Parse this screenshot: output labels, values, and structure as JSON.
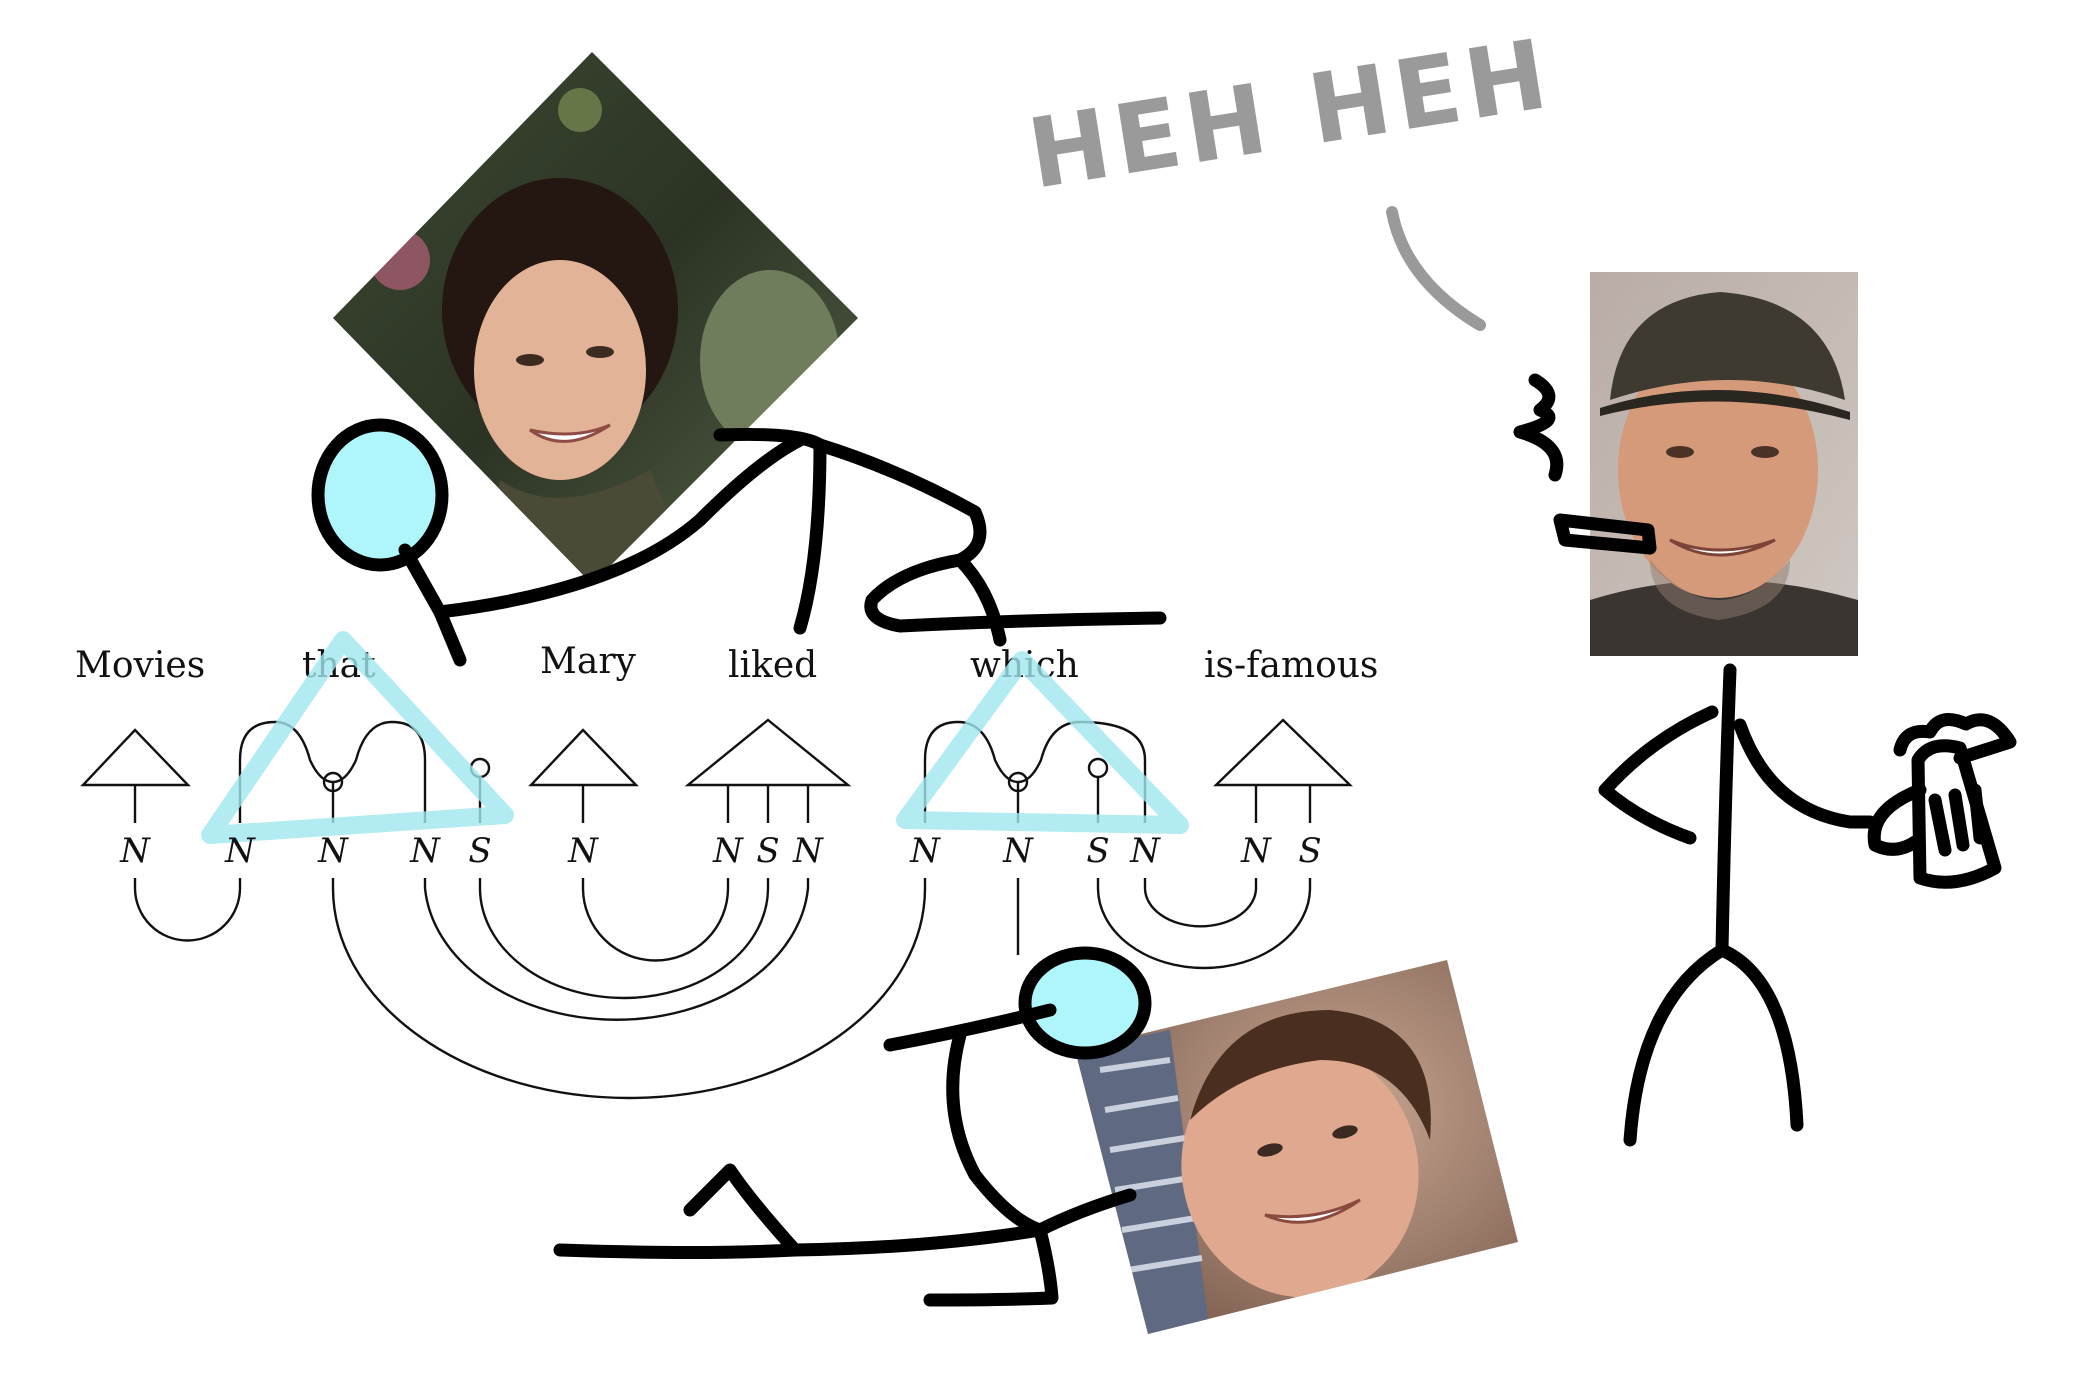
{
  "caption": "HEH HEH",
  "diagram": {
    "words": [
      "Movies",
      "that",
      "Mary",
      "liked",
      "which",
      "is-famous"
    ],
    "types": [
      "N",
      "N",
      "N",
      "N",
      "S",
      "N",
      "N",
      "S",
      "N",
      "N",
      "N",
      "S",
      "N",
      "N",
      "S"
    ]
  },
  "colors": {
    "highlight": "#9fe7ef",
    "stick_head": "#aef6fb",
    "caption": "#9a9a9a",
    "ink": "#000000"
  },
  "figures": [
    "woman-photo",
    "capped-man-photo",
    "smiling-man-photo"
  ]
}
